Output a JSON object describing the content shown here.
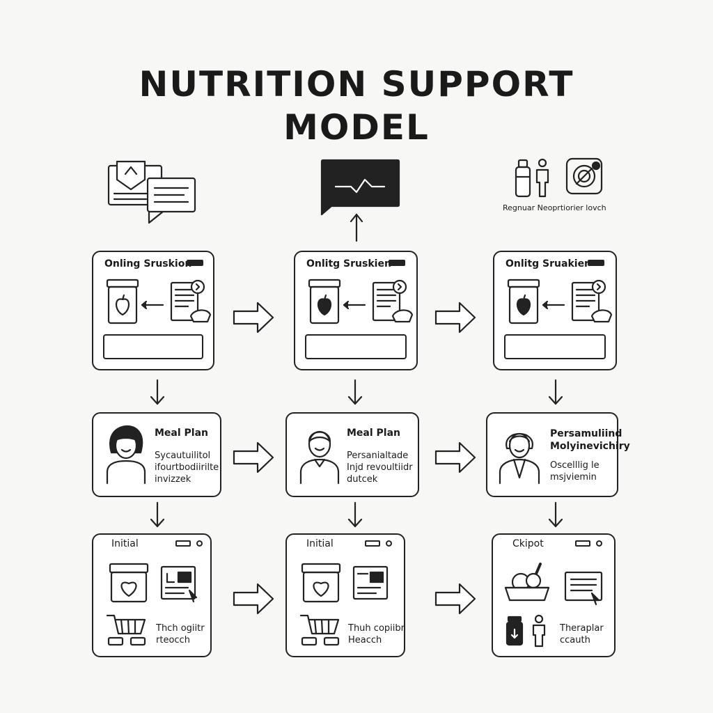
{
  "title": {
    "line1": "NUTRITION SUPPORT",
    "line2": "MODEL"
  },
  "top_caption": "Regnuar Neoprtiorier lovch",
  "rows": {
    "top": [
      "Onling Sruskion",
      "Onlitg Sruskien",
      "Onlitg Sruakier"
    ],
    "middle": [
      {
        "title": "Meal Plan",
        "text": "Sycautuilitol\nifourtbodiirilte\ninvizzek"
      },
      {
        "title": "Meal Plan",
        "text": "Persanialtade\nInjd revoultiidr\ndutcek"
      },
      {
        "title": "Persamuliind\nMolyinevichiry",
        "text": "Oscelllig le\nmsjviemin"
      }
    ],
    "bottom": [
      {
        "title": "Initial",
        "text": "Thch ogiitr\nrteocch"
      },
      {
        "title": "Initial",
        "text": "Thuh copiibr\nHeacch"
      },
      {
        "title": "Ckipot",
        "text": "Theraplar\nccauth"
      }
    ]
  }
}
